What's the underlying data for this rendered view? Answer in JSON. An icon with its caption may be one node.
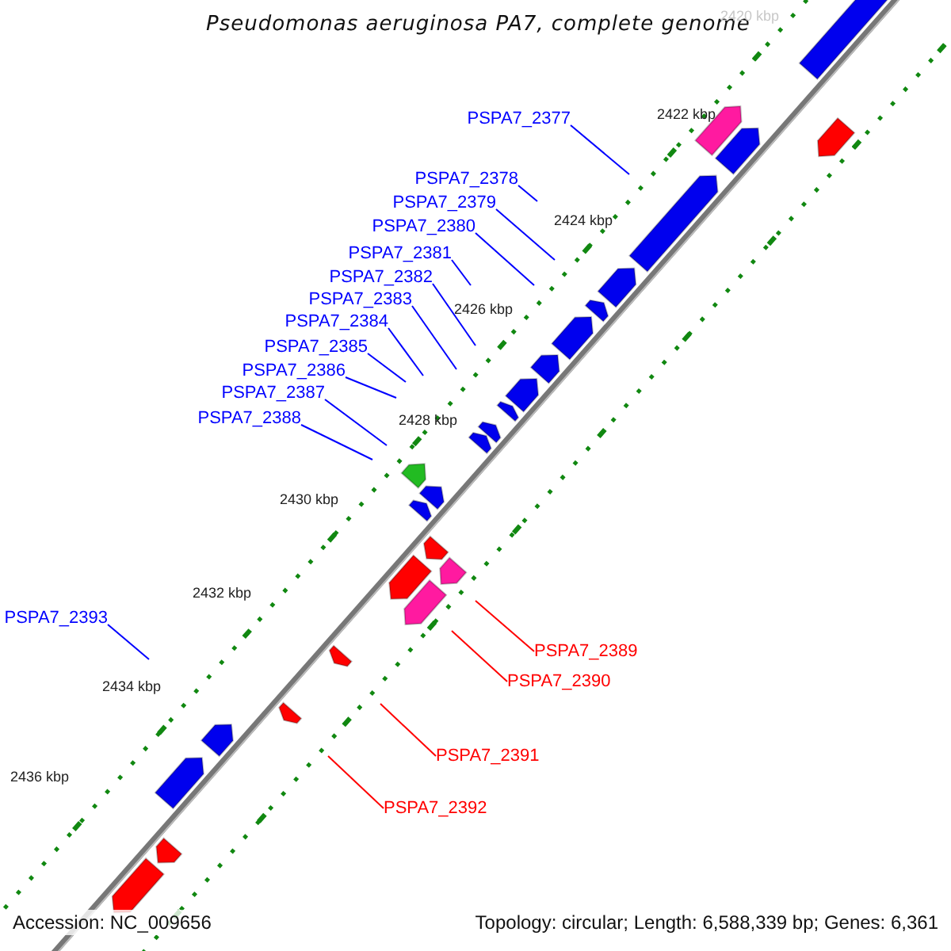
{
  "diagram": {
    "title": "Pseudomonas aeruginosa PA7, complete genome",
    "nodes": [
      {
        "text": [
          "PSPA7_2377"
        ]
      },
      {
        "text": [
          "PSPA7_2378"
        ]
      },
      {
        "text": [
          "PSPA7_2379"
        ]
      },
      {
        "text": [
          "PSPA7_2380"
        ]
      },
      {
        "text": [
          "PSPA7_2381"
        ]
      },
      {
        "text": [
          "PSPA7_2382"
        ]
      },
      {
        "text": [
          "PSPA7_2383"
        ]
      },
      {
        "text": [
          "PSPA7_2384"
        ]
      },
      {
        "text": [
          "PSPA7_2385"
        ]
      },
      {
        "text": [
          "PSPA7_2386"
        ]
      },
      {
        "text": [
          "PSPA7_2387"
        ]
      },
      {
        "text": [
          "PSPA7_2388"
        ]
      },
      {
        "text": [
          "PSPA7_2389"
        ]
      },
      {
        "text": [
          "PSPA7_2390"
        ]
      },
      {
        "text": [
          "PSPA7_2391"
        ]
      },
      {
        "text": [
          "PSPA7_2392"
        ]
      },
      {
        "text": [
          "PSPA7_2393"
        ]
      }
    ],
    "edges": [
      {
        "from": 0,
        "to": null,
        "arrow": "none"
      },
      {
        "from": 1,
        "to": null,
        "arrow": "none"
      },
      {
        "from": 2,
        "to": null,
        "arrow": "none"
      },
      {
        "from": 3,
        "to": null,
        "arrow": "none"
      },
      {
        "from": 4,
        "to": null,
        "arrow": "none"
      },
      {
        "from": 5,
        "to": null,
        "arrow": "none"
      },
      {
        "from": 6,
        "to": null,
        "arrow": "none"
      },
      {
        "from": 7,
        "to": null,
        "arrow": "none"
      },
      {
        "from": 8,
        "to": null,
        "arrow": "none"
      },
      {
        "from": 9,
        "to": null,
        "arrow": "none"
      },
      {
        "from": 10,
        "to": null,
        "arrow": "none"
      },
      {
        "from": 11,
        "to": null,
        "arrow": "none"
      },
      {
        "from": 12,
        "to": null,
        "arrow": "none",
        "color": "#ff0000"
      },
      {
        "from": 13,
        "to": null,
        "arrow": "none",
        "color": "#ff0000"
      },
      {
        "from": 14,
        "to": null,
        "arrow": "none",
        "color": "#ff0000"
      },
      {
        "from": 15,
        "to": null,
        "arrow": "none",
        "color": "#ff0000"
      },
      {
        "from": 16,
        "to": null,
        "arrow": "none"
      }
    ],
    "labels": [
      "2420 kbp",
      "2422 kbp",
      "2424 kbp",
      "2426 kbp",
      "2428 kbp",
      "2430 kbp",
      "2432 kbp",
      "2434 kbp",
      "2436 kbp",
      "Accession: NC_009656",
      "Topology: circular; Length: 6,588,339 bp; Genes: 6,361"
    ]
  }
}
